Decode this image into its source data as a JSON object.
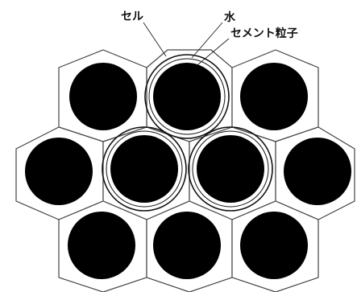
{
  "labels": {
    "cell": "セル",
    "water": "水",
    "cement_particle": "セメント粒子"
  },
  "colors": {
    "particle": "#000000",
    "cell_outline": "#444444",
    "background": "#ffffff"
  }
}
